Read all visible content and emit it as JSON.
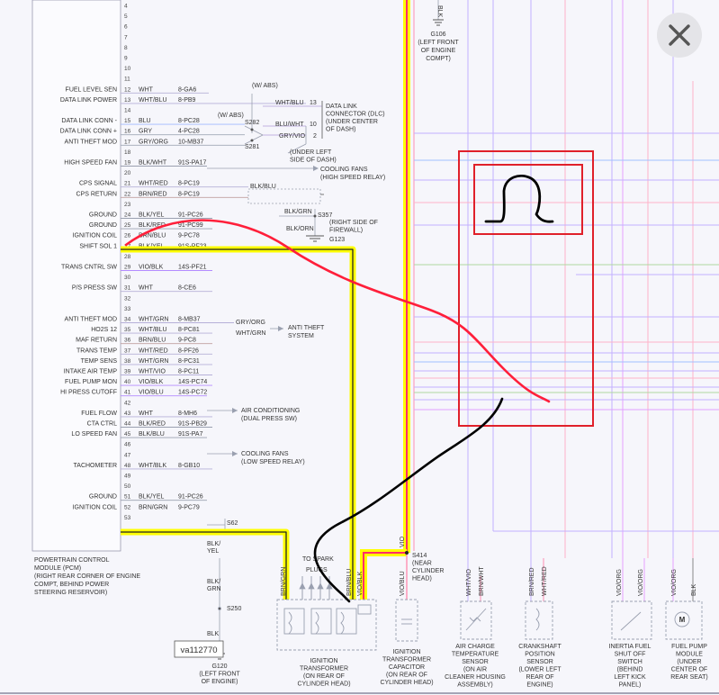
{
  "pcm": {
    "label": [
      "POWERTRAIN CONTROL",
      "MODULE (PCM)",
      "(RIGHT REAR CORNER OF ENGINE",
      "COMPT, BEHIND POWER",
      "STEERING RESERVOIR)"
    ],
    "pins": [
      {
        "n": "4",
        "label": "",
        "color": "",
        "circuit": ""
      },
      {
        "n": "5",
        "label": "",
        "color": "",
        "circuit": ""
      },
      {
        "n": "6",
        "label": "",
        "color": "",
        "circuit": ""
      },
      {
        "n": "7",
        "label": "",
        "color": "",
        "circuit": ""
      },
      {
        "n": "8",
        "label": "",
        "color": "",
        "circuit": ""
      },
      {
        "n": "9",
        "label": "",
        "color": "",
        "circuit": ""
      },
      {
        "n": "10",
        "label": "",
        "color": "",
        "circuit": ""
      },
      {
        "n": "11",
        "label": "",
        "color": "",
        "circuit": ""
      },
      {
        "n": "12",
        "label": "FUEL LEVEL SEN",
        "color": "WHT",
        "circuit": "8-GA6"
      },
      {
        "n": "13",
        "label": "DATA LINK POWER",
        "color": "WHT/BLU",
        "circuit": "8-PB9"
      },
      {
        "n": "14",
        "label": "",
        "color": "",
        "circuit": ""
      },
      {
        "n": "15",
        "label": "DATA LINK CONN -",
        "color": "BLU",
        "circuit": "8-PC28"
      },
      {
        "n": "16",
        "label": "DATA LINK CONN +",
        "color": "GRY",
        "circuit": "4-PC28"
      },
      {
        "n": "17",
        "label": "ANTI THEFT MOD",
        "color": "GRY/ORG",
        "circuit": "10-MB37"
      },
      {
        "n": "18",
        "label": "",
        "color": "",
        "circuit": ""
      },
      {
        "n": "19",
        "label": "HIGH SPEED FAN",
        "color": "BLK/WHT",
        "circuit": "91S-PA17"
      },
      {
        "n": "20",
        "label": "",
        "color": "",
        "circuit": ""
      },
      {
        "n": "21",
        "label": "CPS SIGNAL",
        "color": "WHT/RED",
        "circuit": "8-PC19"
      },
      {
        "n": "22",
        "label": "CPS RETURN",
        "color": "BRN/RED",
        "circuit": "8-PC19"
      },
      {
        "n": "23",
        "label": "",
        "color": "",
        "circuit": ""
      },
      {
        "n": "24",
        "label": "GROUND",
        "color": "BLK/YEL",
        "circuit": "91-PC26"
      },
      {
        "n": "25",
        "label": "GROUND",
        "color": "BLK/RED",
        "circuit": "91-PC99"
      },
      {
        "n": "26",
        "label": "IGNITION COIL",
        "color": "BRN/BLU",
        "circuit": "9-PC78"
      },
      {
        "n": "27",
        "label": "SHIFT SOL 1",
        "color": "BLK/YEL",
        "circuit": "91S-PF23"
      },
      {
        "n": "28",
        "label": "",
        "color": "",
        "circuit": ""
      },
      {
        "n": "29",
        "label": "TRANS CNTRL SW",
        "color": "VIO/BLK",
        "circuit": "14S-PF21"
      },
      {
        "n": "30",
        "label": "",
        "color": "",
        "circuit": ""
      },
      {
        "n": "31",
        "label": "P/S PRESS SW",
        "color": "WHT",
        "circuit": "8-CE6"
      },
      {
        "n": "32",
        "label": "",
        "color": "",
        "circuit": ""
      },
      {
        "n": "33",
        "label": "",
        "color": "",
        "circuit": ""
      },
      {
        "n": "34",
        "label": "ANTI THEFT MOD",
        "color": "WHT/GRN",
        "circuit": "8-MB37"
      },
      {
        "n": "35",
        "label": "HO2S 12",
        "color": "WHT/BLU",
        "circuit": "8-PC81"
      },
      {
        "n": "36",
        "label": "MAF RETURN",
        "color": "BRN/BLU",
        "circuit": "9-PC8"
      },
      {
        "n": "37",
        "label": "TRANS TEMP",
        "color": "WHT/RED",
        "circuit": "8-PF26"
      },
      {
        "n": "38",
        "label": "TEMP SENS",
        "color": "WHT/GRN",
        "circuit": "8-PC31"
      },
      {
        "n": "39",
        "label": "INTAKE AIR TEMP",
        "color": "WHT/VIO",
        "circuit": "8-PC11"
      },
      {
        "n": "40",
        "label": "FUEL PUMP MON",
        "color": "VIO/BLK",
        "circuit": "14S-PC74"
      },
      {
        "n": "41",
        "label": "HI PRESS CUTOFF",
        "color": "VIO/BLU",
        "circuit": "14S-PC72"
      },
      {
        "n": "42",
        "label": "",
        "color": "",
        "circuit": ""
      },
      {
        "n": "43",
        "label": "FUEL FLOW",
        "color": "WHT",
        "circuit": "8-MH6"
      },
      {
        "n": "44",
        "label": "CTA CTRL",
        "color": "BLK/RED",
        "circuit": "91S-PB29"
      },
      {
        "n": "45",
        "label": "LO SPEED FAN",
        "color": "BLK/BLU",
        "circuit": "91S-PA7"
      },
      {
        "n": "46",
        "label": "",
        "color": "",
        "circuit": ""
      },
      {
        "n": "47",
        "label": "",
        "color": "",
        "circuit": ""
      },
      {
        "n": "48",
        "label": "TACHOMETER",
        "color": "WHT/BLK",
        "circuit": "8-GB10"
      },
      {
        "n": "49",
        "label": "",
        "color": "",
        "circuit": ""
      },
      {
        "n": "50",
        "label": "",
        "color": "",
        "circuit": ""
      },
      {
        "n": "51",
        "label": "GROUND",
        "color": "BLK/YEL",
        "circuit": "91-PC26"
      },
      {
        "n": "52",
        "label": "IGNITION COIL",
        "color": "BRN/GRN",
        "circuit": "9-PC79"
      },
      {
        "n": "53",
        "label": "",
        "color": "",
        "circuit": ""
      }
    ]
  },
  "annotations": {
    "w_abs_1": "(W/ ABS)",
    "w_abs_2": "(W/ ABS)",
    "s282": "S282",
    "s281": "S281",
    "dlc_label": [
      "DATA LINK",
      "CONNECTOR (DLC)",
      "(UNDER CENTER",
      "OF DASH)"
    ],
    "dlc_wires": [
      {
        "color": "WHT/BLU",
        "pin": "13"
      },
      {
        "color": "BLU/WHT",
        "pin": "10"
      },
      {
        "color": "GRY/VIO",
        "pin": "2"
      }
    ],
    "under_left_dash": [
      "(UNDER LEFT",
      "SIDE OF DASH)"
    ],
    "cooling_high": [
      "COOLING FANS",
      "(HIGH SPEED RELAY)"
    ],
    "blk_blu": "BLK/BLU",
    "blk_grn": "BLK/GRN",
    "blk_orn": "BLK/ORN",
    "s357": "S357",
    "right_firewall": [
      "(RIGHT SIDE OF",
      "FIREWALL)"
    ],
    "g123": "G123",
    "anti_theft_wires": [
      "GRY/ORG",
      "WHT/GRN"
    ],
    "anti_theft_sys": [
      "ANTI THEFT",
      "SYSTEM"
    ],
    "ac_label": [
      "AIR CONDITIONING",
      "(DUAL PRESS SW)"
    ],
    "cooling_low": [
      "COOLING FANS",
      "(LOW SPEED RELAY)"
    ],
    "s62": "S62",
    "g106": [
      "G106",
      "(LEFT FRONT",
      "OF ENGINE",
      "COMPT)"
    ],
    "g106_wire": "BLK",
    "blk_yel": [
      "BLK/",
      "YEL"
    ],
    "blk_grn_v": [
      "BLK/",
      "GRN"
    ],
    "s250": "S250",
    "blk": "BLK",
    "va_id": "va112770",
    "g120": [
      "G120",
      "(LEFT FRONT",
      "OF ENGINE)"
    ],
    "to_spark": [
      "TO SPARK",
      "PLUGS"
    ],
    "s414": [
      "S414",
      "(NEAR",
      "CYLINDER",
      "HEAD)"
    ],
    "vio": "VIO",
    "coil_wires": [
      "BRN/GRN",
      "BRN/BLU",
      "VIO/BLK"
    ],
    "cap_wire": "VIO/BLU",
    "act_wires": [
      "WHT/VIO",
      "BRN/WHT"
    ],
    "ckp_wires": [
      "BRN/RED",
      "WHT/RED"
    ],
    "inertia_wires": [
      "VIO/ORG",
      "VIO/ORG"
    ],
    "fp_wires": [
      "VIO/ORG",
      "BLK"
    ]
  },
  "components": [
    {
      "id": "ignition-transformer",
      "lines": [
        "IGNITION",
        "TRANSFORMER",
        "(ON REAR OF",
        "CYLINDER HEAD)"
      ]
    },
    {
      "id": "ignition-capacitor",
      "lines": [
        "IGNITION",
        "TRANSFORMER",
        "CAPACITOR",
        "(ON REAR OF",
        "CYLINDER HEAD)"
      ]
    },
    {
      "id": "air-charge-sensor",
      "lines": [
        "AIR CHARGE",
        "TEMPERATURE",
        "SENSOR",
        "(ON AIR",
        "CLEANER HOUSING",
        "ASSEMBLY)"
      ]
    },
    {
      "id": "crankshaft-sensor",
      "lines": [
        "CRANKSHAFT",
        "POSITION",
        "SENSOR",
        "(LOWER LEFT",
        "REAR OF",
        "ENGINE)"
      ]
    },
    {
      "id": "inertia-switch",
      "lines": [
        "INERTIA FUEL",
        "SHUT OFF",
        "SWITCH",
        "(BEHIND",
        "LEFT KICK",
        "PANEL)"
      ]
    },
    {
      "id": "fuel-pump",
      "lines": [
        "FUEL PUMP",
        "MODULE",
        "(UNDER",
        "CENTER OF",
        "REAR SEAT)"
      ]
    }
  ],
  "colors": {
    "highlight_yellow": "#ffff00",
    "markup_red": "#ff1f3a",
    "box_red": "#e0202a",
    "markup_black": "#000000",
    "wire_pink": "#ff2b6b",
    "wire_violet": "#b48cff"
  },
  "close_icon": "close-x-icon"
}
